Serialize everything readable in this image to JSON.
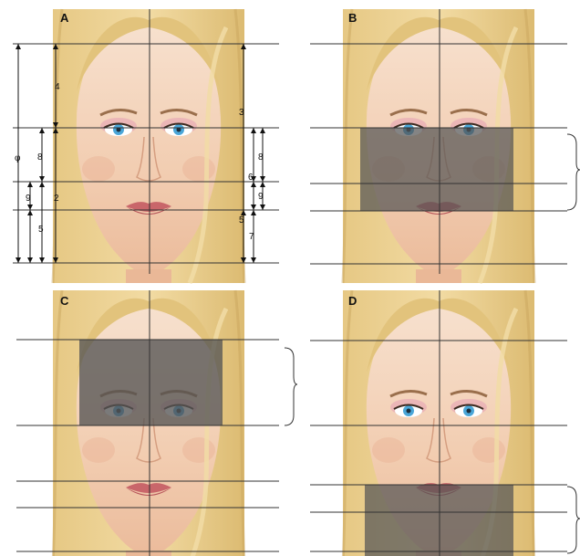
{
  "panels": [
    {
      "id": "A",
      "label": "A",
      "highlight": "none"
    },
    {
      "id": "B",
      "label": "B",
      "highlight": "eyes-to-mouth"
    },
    {
      "id": "C",
      "label": "C",
      "highlight": "hairline-to-eyes"
    },
    {
      "id": "D",
      "label": "D",
      "highlight": "mouth-to-chin"
    }
  ],
  "ratio_labels": {
    "phi": "φ",
    "top_left": "4",
    "top_right": "3",
    "eyes_nose_left": "8",
    "eyes_nose_right": "8",
    "nose_mid": "6",
    "nose_mouth_left": "9",
    "nose_mouth_right": "9",
    "face_left": "2",
    "chin_left": "5",
    "mouth_right": "5",
    "chin_right": "7"
  },
  "colors": {
    "skin_light": "#f6dcc8",
    "skin_mid": "#efc5a8",
    "hair": "#e8cf8c",
    "hair_dark": "#c9a65d",
    "iris": "#4aa6d8",
    "lips": "#c9666a",
    "overlay": "#555555"
  }
}
